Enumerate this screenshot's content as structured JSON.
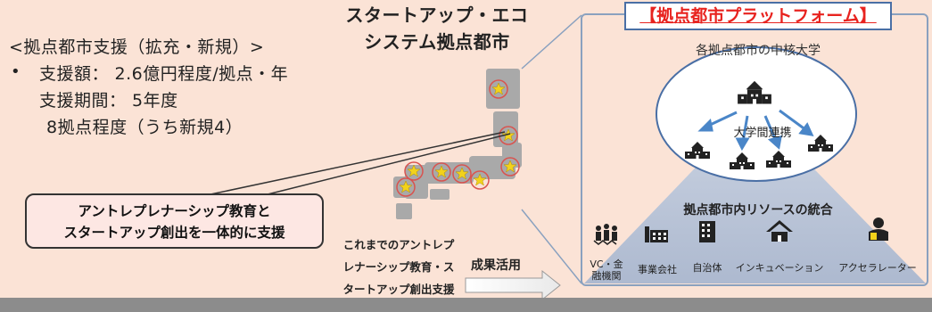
{
  "support": {
    "heading": "<拠点都市支援（拡充・新規）>",
    "bullet": "•",
    "amount": "支援額： 2.6億円程度/拠点・年",
    "period": "支援期間： 5年度",
    "count": "8拠点程度（うち新規4）"
  },
  "ecosystem": {
    "title_line1": "スタートアップ・エコ",
    "title_line2": "システム拠点都市"
  },
  "callout": {
    "line1": "アントレプレナーシップ教育と",
    "line2": "スタートアップ創出を一体的に支援"
  },
  "previous": {
    "line1": "これまでのアントレプ",
    "line2": "レナーシップ教育・ス",
    "line3": "タートアップ創出支援"
  },
  "result_label": "成果活用",
  "platform": {
    "title": "【拠点都市プラットフォーム】",
    "university_label": "各拠点都市の中核大学",
    "collaboration_label": "大学間連携",
    "resources_label": "拠点都市内リソースの統合"
  },
  "resources": [
    {
      "label_line1": "VC・金",
      "label_line2": "融機関",
      "icon": "people-network-icon"
    },
    {
      "label_line1": "事業会社",
      "label_line2": "",
      "icon": "factory-icon"
    },
    {
      "label_line1": "自治体",
      "label_line2": "",
      "icon": "office-building-icon"
    },
    {
      "label_line1": "インキュベーション",
      "label_line2": "",
      "icon": "house-icon"
    },
    {
      "label_line1": "アクセラレーター",
      "label_line2": "",
      "icon": "person-advisor-icon"
    }
  ],
  "colors": {
    "background": "#fbe3d6",
    "platform_title_text": "#e8231f",
    "platform_border": "#8aa1bf",
    "star": "#f2d21b",
    "map_gray": "#a9a9a9",
    "arrow_blue": "#4a86c8"
  }
}
